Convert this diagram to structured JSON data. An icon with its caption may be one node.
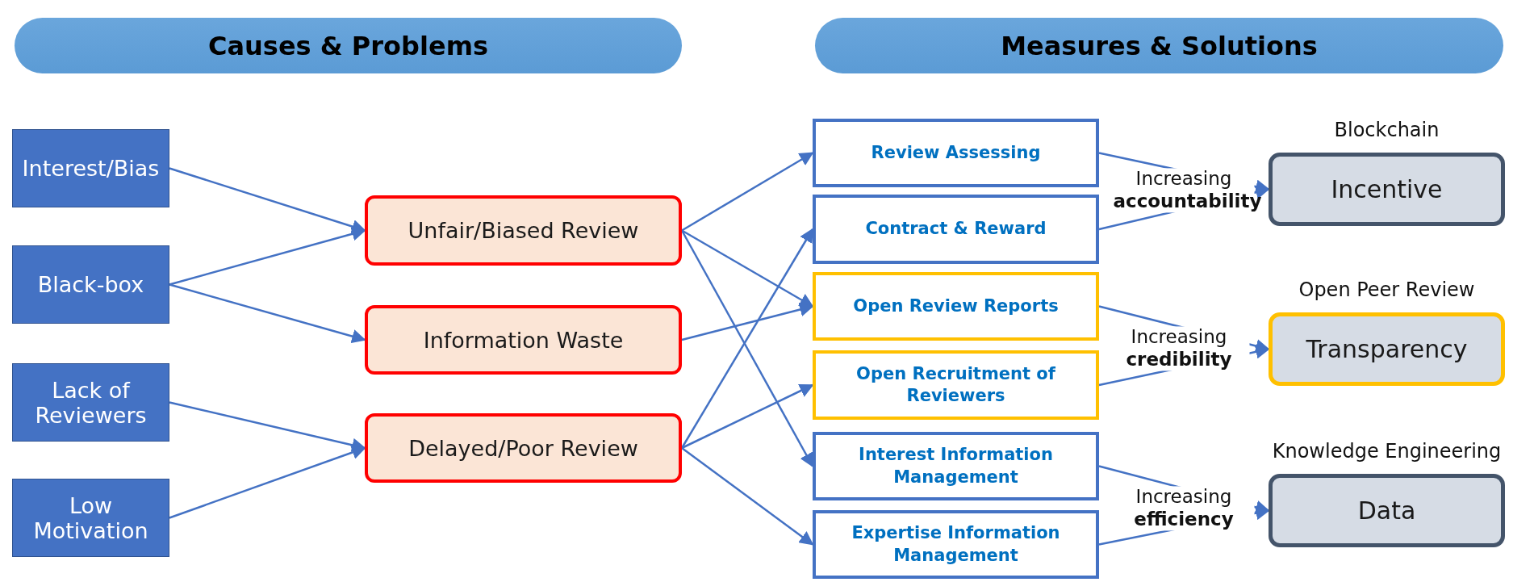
{
  "diagram": {
    "nodes": [
      {
        "text": [
          "Causes & Problems"
        ]
      },
      {
        "text": [
          "Measures & Solutions"
        ]
      },
      {
        "text": [
          "Interest/Bias"
        ]
      },
      {
        "text": [
          "Black-box"
        ]
      },
      {
        "text": [
          "Lack of Reviewers"
        ]
      },
      {
        "text": [
          "Low Motivation"
        ]
      },
      {
        "text": [
          "Unfair/Biased Review"
        ]
      },
      {
        "text": [
          "Information Waste"
        ]
      },
      {
        "text": [
          "Delayed/Poor Review"
        ]
      },
      {
        "text": [
          "Review Assessing"
        ]
      },
      {
        "text": [
          "Contract & Reward"
        ]
      },
      {
        "text": [
          "Open Review Reports"
        ]
      },
      {
        "text": [
          "Open Recruitment of Reviewers"
        ]
      },
      {
        "text": [
          "Interest Information Management"
        ]
      },
      {
        "text": [
          "Expertise Information Management"
        ]
      },
      {
        "text": [
          "Incentive"
        ],
        "beside": [
          "Blockchain"
        ]
      },
      {
        "text": [
          "Transparency"
        ],
        "beside": [
          "Open Peer Review"
        ]
      },
      {
        "text": [
          "Data"
        ],
        "beside": [
          "Knowledge Engineering"
        ]
      }
    ],
    "edges": [
      {
        "from": 2,
        "to": 6,
        "arrow": "to"
      },
      {
        "from": 3,
        "to": 6,
        "arrow": "to"
      },
      {
        "from": 3,
        "to": 7,
        "arrow": "to"
      },
      {
        "from": 4,
        "to": 8,
        "arrow": "to"
      },
      {
        "from": 5,
        "to": 8,
        "arrow": "to"
      },
      {
        "from": 6,
        "to": 9,
        "arrow": "to"
      },
      {
        "from": 6,
        "to": 11,
        "arrow": "to"
      },
      {
        "from": 6,
        "to": 13,
        "arrow": "to"
      },
      {
        "from": 7,
        "to": 11,
        "arrow": "to"
      },
      {
        "from": 8,
        "to": 10,
        "arrow": "to"
      },
      {
        "from": 8,
        "to": 12,
        "arrow": "to"
      },
      {
        "from": 8,
        "to": 14,
        "arrow": "to"
      },
      {
        "from": 9,
        "to": 15,
        "arrow": "to"
      },
      {
        "from": 10,
        "to": 15,
        "arrow": "to"
      },
      {
        "from": 11,
        "to": 16,
        "arrow": "to"
      },
      {
        "from": 12,
        "to": 16,
        "arrow": "to"
      },
      {
        "from": 13,
        "to": 17,
        "arrow": "to"
      },
      {
        "from": 14,
        "to": 17,
        "arrow": "to"
      }
    ],
    "labels": [
      "Increasing **accountability**",
      "Increasing **credibility**",
      "Increasing **efficiency**"
    ]
  }
}
